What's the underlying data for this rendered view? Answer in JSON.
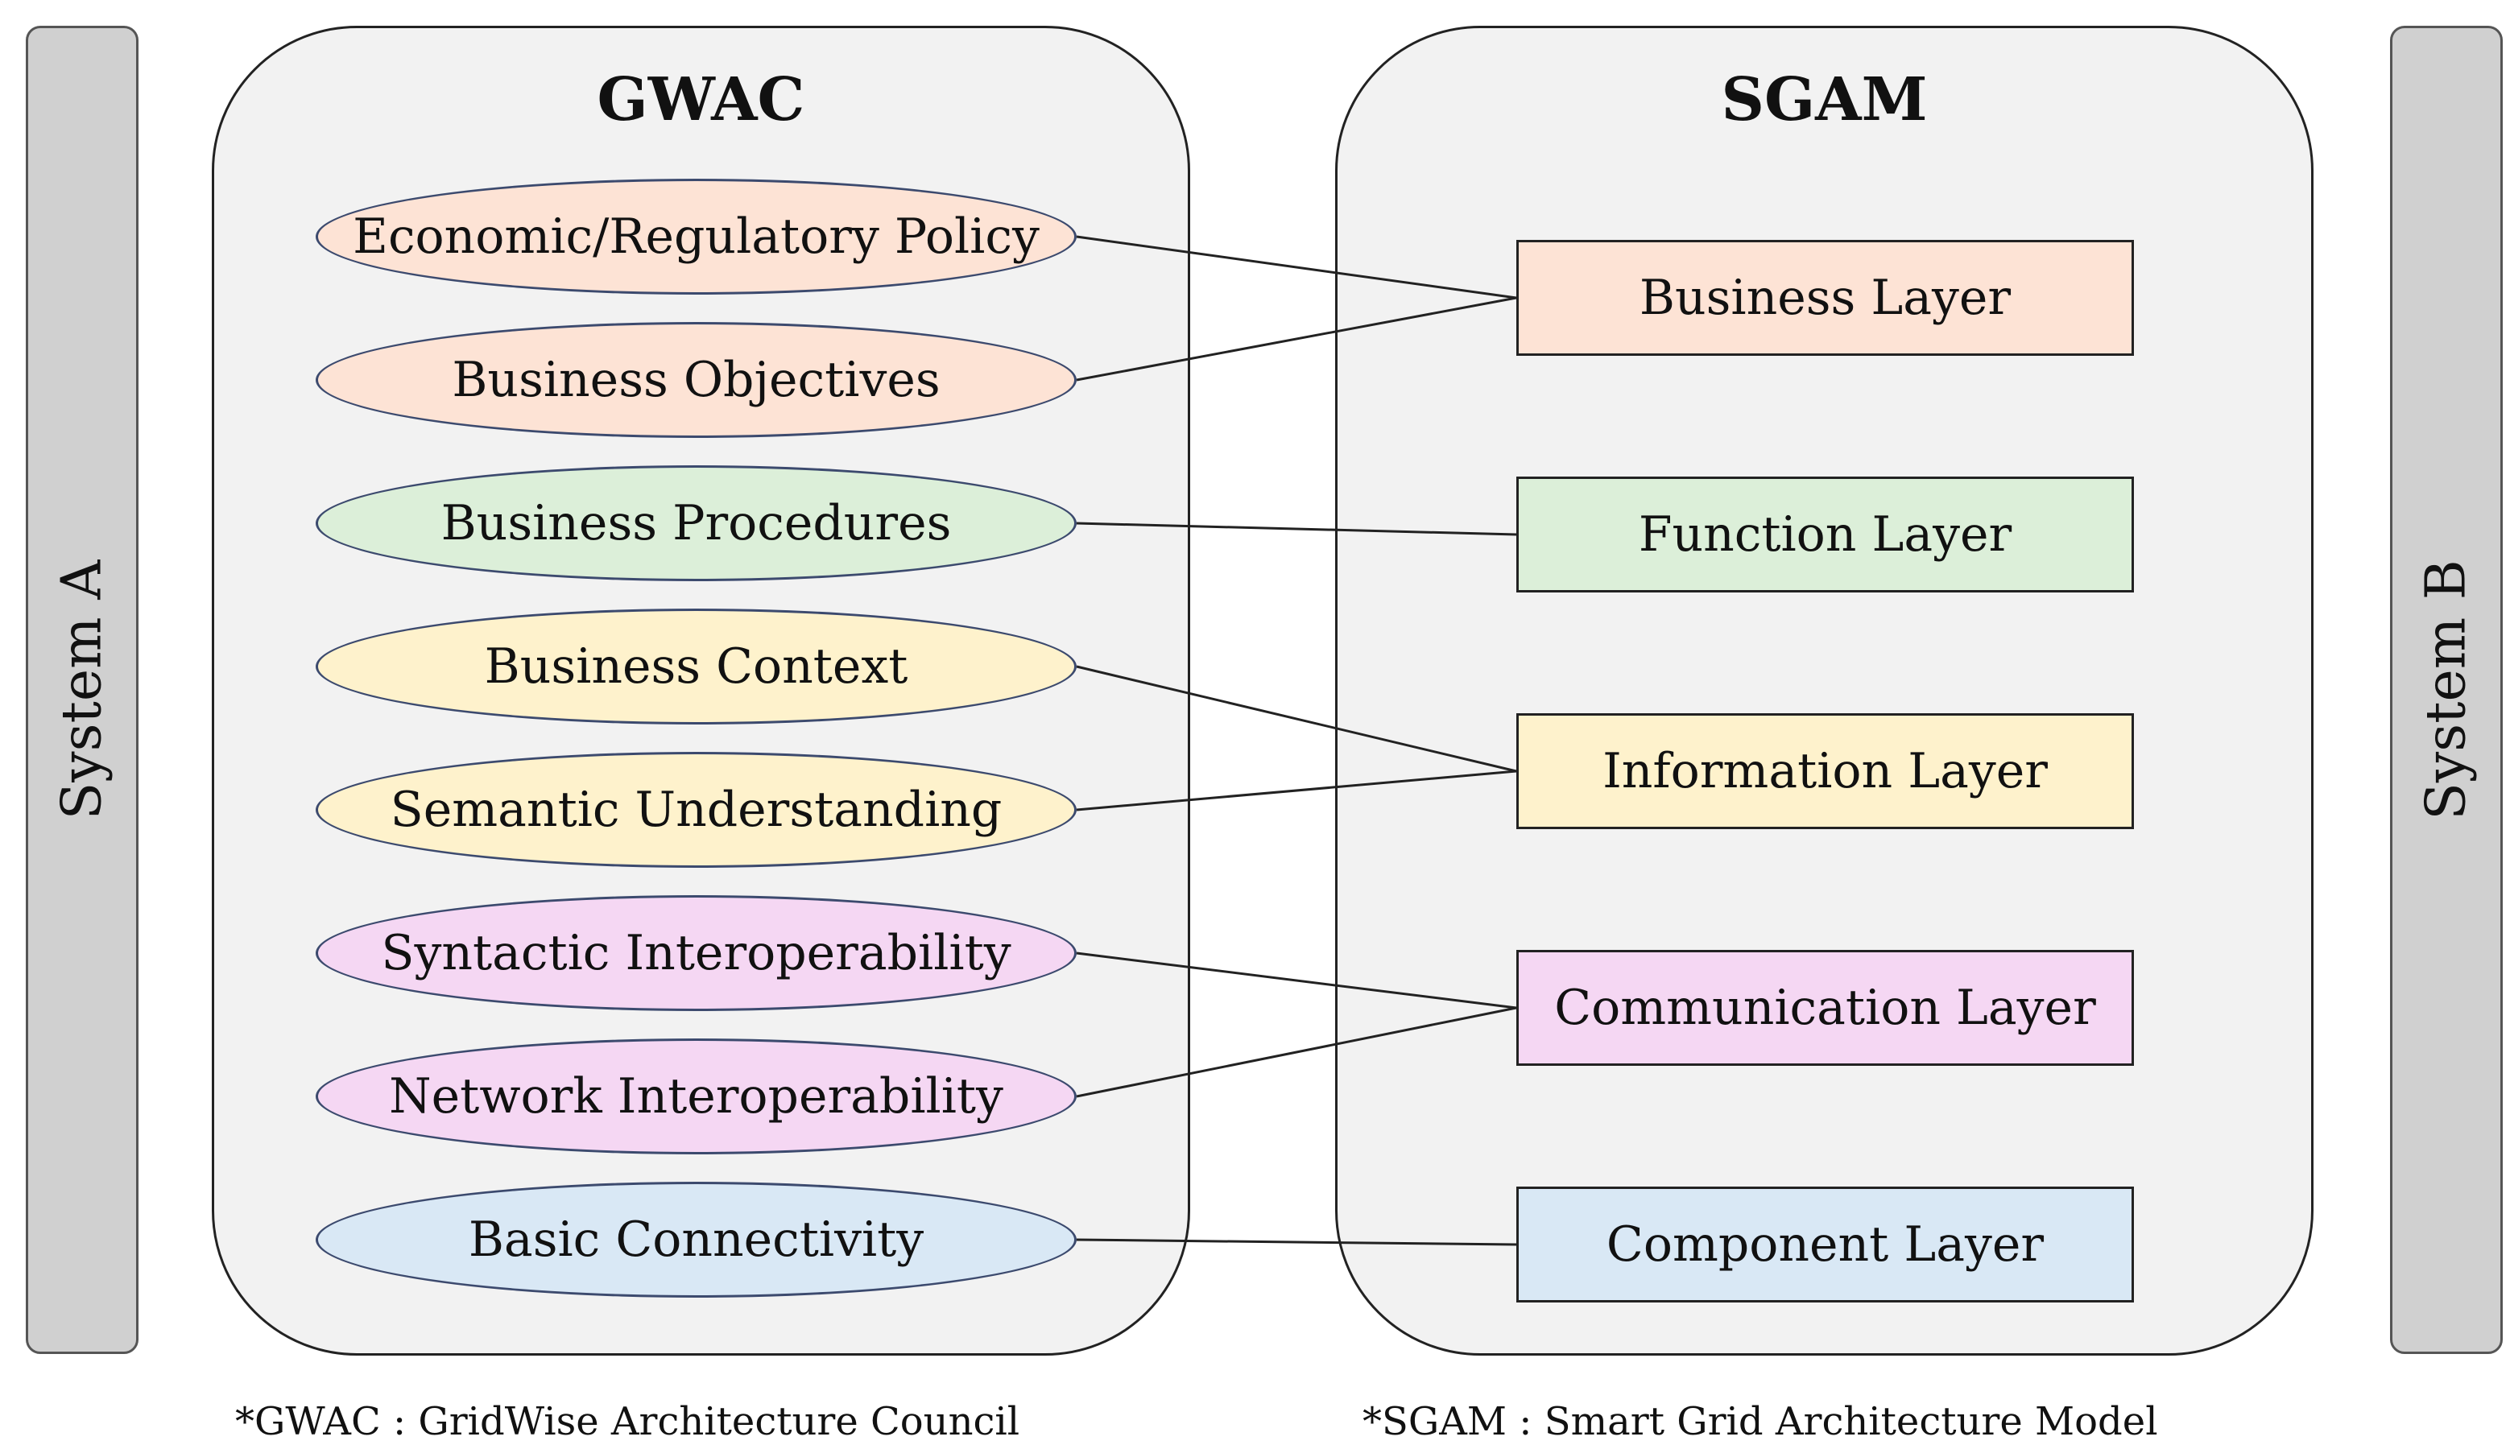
{
  "colors": {
    "peach": "#fde3d5",
    "green": "#dcefd9",
    "yellow": "#fef2cc",
    "pink": "#f5d7f3",
    "blue": "#d9e8f5",
    "bar": "#d0d0d0",
    "panel": "#f2f2f2"
  },
  "system_left": {
    "label": "System A"
  },
  "system_right": {
    "label": "System B"
  },
  "gwac": {
    "title": "GWAC",
    "items": [
      {
        "label": "Economic/Regulatory Policy",
        "color": "peach",
        "links_to": 0
      },
      {
        "label": "Business Objectives",
        "color": "peach",
        "links_to": 0
      },
      {
        "label": "Business Procedures",
        "color": "green",
        "links_to": 1
      },
      {
        "label": "Business Context",
        "color": "yellow",
        "links_to": 2
      },
      {
        "label": "Semantic Understanding",
        "color": "yellow",
        "links_to": 2
      },
      {
        "label": "Syntactic Interoperability",
        "color": "pink",
        "links_to": 3
      },
      {
        "label": "Network Interoperability",
        "color": "pink",
        "links_to": 3
      },
      {
        "label": "Basic Connectivity",
        "color": "blue",
        "links_to": 4
      }
    ]
  },
  "sgam": {
    "title": "SGAM",
    "layers": [
      {
        "label": "Business Layer",
        "color": "peach"
      },
      {
        "label": "Function Layer",
        "color": "green"
      },
      {
        "label": "Information Layer",
        "color": "yellow"
      },
      {
        "label": "Communication Layer",
        "color": "pink"
      },
      {
        "label": "Component Layer",
        "color": "blue"
      }
    ]
  },
  "footnotes": {
    "gwac": "*GWAC : GridWise Architecture Council",
    "sgam": "*SGAM : Smart Grid Architecture Model"
  }
}
